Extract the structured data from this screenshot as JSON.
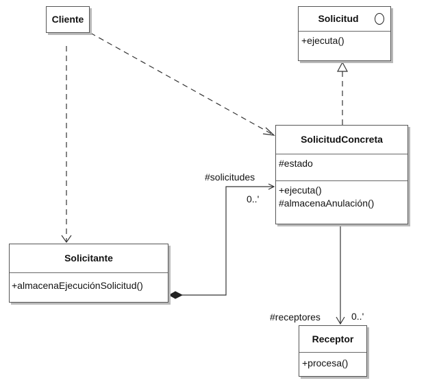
{
  "classes": {
    "cliente": {
      "name": "Cliente"
    },
    "solicitud": {
      "name": "Solicitud",
      "operations": [
        "+ejecuta()"
      ]
    },
    "solicitud_concreta": {
      "name": "SolicitudConcreta",
      "attributes": [
        "#estado"
      ],
      "operations": [
        "+ejecuta()",
        "#almacenaAnulación()"
      ]
    },
    "solicitante": {
      "name": "Solicitante",
      "operations": [
        "+almacenaEjecuciónSolicitud()"
      ]
    },
    "receptor": {
      "name": "Receptor",
      "operations": [
        "+procesa()"
      ]
    }
  },
  "labels": {
    "solicitudes_role": "#solicitudes",
    "solicitudes_mult": "0..'",
    "receptores_role": "#receptores",
    "receptores_mult": "0..'"
  },
  "colors": {
    "border": "#555555",
    "shadow": "#b9b9b9",
    "line": "#333333"
  }
}
